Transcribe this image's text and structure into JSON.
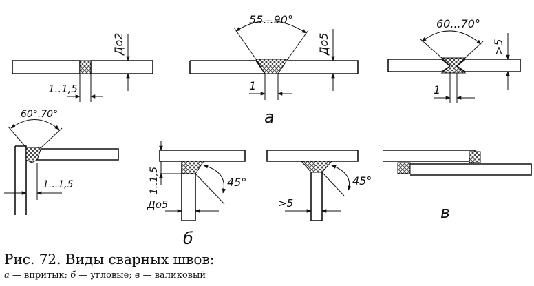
{
  "figure": {
    "dims": {
      "a1_depth": "До2",
      "a1_gap": "1..1,5",
      "a2_angle": "55...90°",
      "a2_depth": "До5",
      "a2_gap": "1",
      "a3_angle": "60...70°",
      "a3_depth": ">5",
      "a3_gap": "1",
      "b1_angle": "60°.70°",
      "b1_gap": "1...1,5",
      "b2_height": "1..1,5",
      "b2_angle": "45°",
      "b2_width": "До5",
      "b3_angle": "45°",
      "b3_width": ">5"
    },
    "group_labels": {
      "a": "а",
      "b": "б",
      "v": "в"
    }
  },
  "caption": {
    "title": "Рис. 72. Виды сварных швов:",
    "legend": [
      {
        "letter": "а",
        "text": "впритык;"
      },
      {
        "letter": "б",
        "text": "угловые;"
      },
      {
        "letter": "в",
        "text": "валиковый"
      }
    ]
  }
}
